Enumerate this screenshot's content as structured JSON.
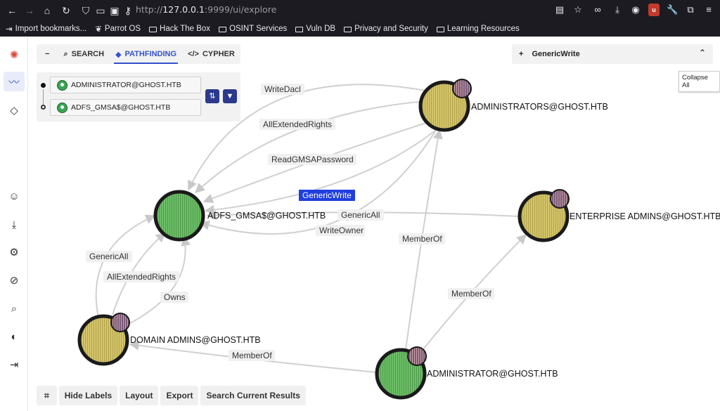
{
  "browser": {
    "url_prefix": "http://",
    "url_host": "127.0.0.1",
    "url_rest": ":9999/ui/explore",
    "bookmarks": [
      "Import bookmarks...",
      "Parrot OS",
      "Hack The Box",
      "OSINT Services",
      "Vuln DB",
      "Privacy and Security",
      "Learning Resources"
    ]
  },
  "tabs": {
    "collapse": "−",
    "search": "SEARCH",
    "pathfinding": "PATHFINDING",
    "cypher": "CYPHER"
  },
  "pathfinding": {
    "source": "ADMINISTRATOR@GHOST.HTB",
    "target": "ADFS_GMSA$@GHOST.HTB"
  },
  "edge_panel": {
    "title": "GenericWrite",
    "tooltip": "Collapse All"
  },
  "graph": {
    "nodes": [
      {
        "id": "adfs",
        "label": "ADFS_GMSA$@GHOST.HTB",
        "color": "#6dbf67"
      },
      {
        "id": "admins",
        "label": "ADMINISTRATORS@GHOST.HTB",
        "color": "#d4c56a"
      },
      {
        "id": "enterprise",
        "label": "ENTERPRISE ADMINS@GHOST.HTB",
        "color": "#d4c56a"
      },
      {
        "id": "domain",
        "label": "DOMAIN ADMINS@GHOST.HTB",
        "color": "#d4c56a"
      },
      {
        "id": "administrator",
        "label": "ADMINISTRATOR@GHOST.HTB",
        "color": "#6dbf67"
      }
    ],
    "edges": [
      {
        "id": "e1",
        "label": "WriteDacl",
        "from": "admins",
        "to": "adfs"
      },
      {
        "id": "e2",
        "label": "AllExtendedRights",
        "from": "admins",
        "to": "adfs"
      },
      {
        "id": "e3",
        "label": "ReadGMSAPassword",
        "from": "admins",
        "to": "adfs"
      },
      {
        "id": "e4",
        "label": "GenericWrite",
        "from": "admins",
        "to": "adfs",
        "selected": true
      },
      {
        "id": "e5",
        "label": "GenericAll",
        "from": "enterprise",
        "to": "adfs"
      },
      {
        "id": "e6",
        "label": "WriteOwner",
        "from": "admins",
        "to": "adfs"
      },
      {
        "id": "e7",
        "label": "GenericAll",
        "from": "domain",
        "to": "adfs"
      },
      {
        "id": "e8",
        "label": "AllExtendedRights",
        "from": "domain",
        "to": "adfs"
      },
      {
        "id": "e9",
        "label": "Owns",
        "from": "domain",
        "to": "adfs"
      },
      {
        "id": "e10",
        "label": "MemberOf",
        "from": "administrator",
        "to": "admins"
      },
      {
        "id": "e11",
        "label": "MemberOf",
        "from": "administrator",
        "to": "enterprise"
      },
      {
        "id": "e12",
        "label": "MemberOf",
        "from": "administrator",
        "to": "domain"
      }
    ]
  },
  "bottom_bar": {
    "hide_labels": "Hide Labels",
    "layout": "Layout",
    "export": "Export",
    "search_results": "Search Current Results"
  }
}
